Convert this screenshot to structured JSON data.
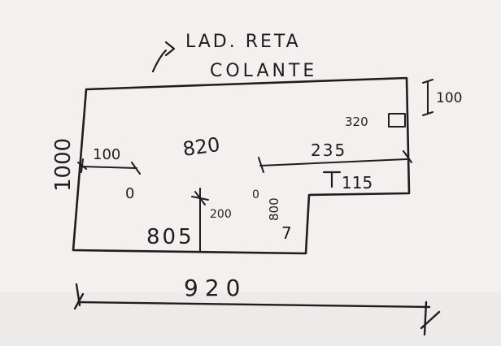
{
  "header": {
    "line1": "LAD. RETA",
    "line2": "COLANTE"
  },
  "dimensions": {
    "width_total": "920",
    "height_left": "1000",
    "left_offset": "100",
    "inner_top": "820",
    "right_segment": "235",
    "right_drop": "115",
    "top_right_tab": "100",
    "box_label": "320",
    "lower_center": "805",
    "center_small": "200",
    "notch_value": "800"
  },
  "marks": {
    "circle_left": "0",
    "circle_mid": "0",
    "bracket_mark": "7"
  }
}
